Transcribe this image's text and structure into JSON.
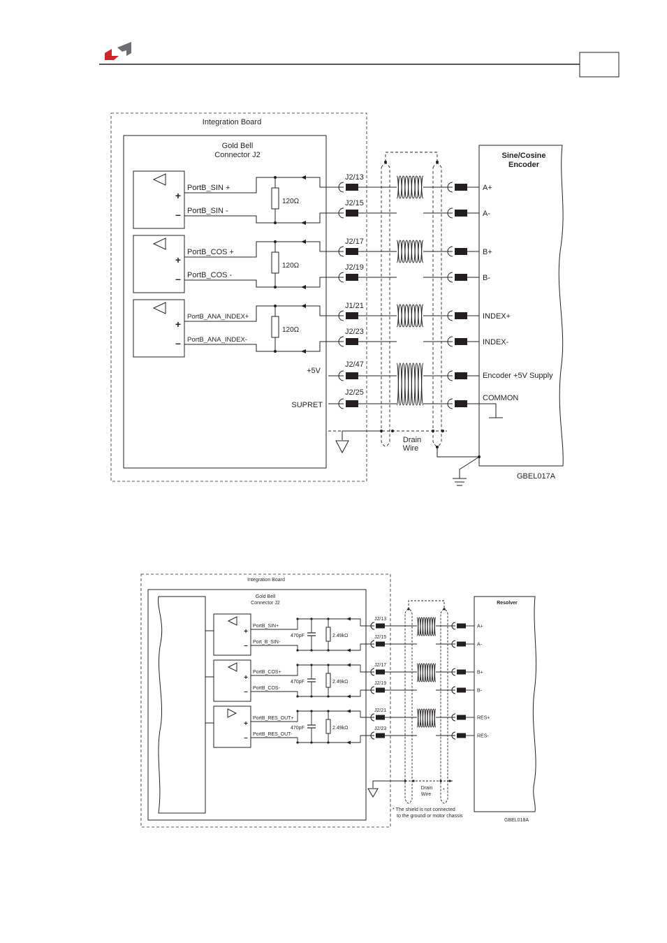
{
  "colors": {
    "logo_red": "#d2232a",
    "logo_grey": "#6d6e71",
    "line": "#231f20"
  },
  "header": {
    "page_box": ""
  },
  "diagram1": {
    "board": "Integration Board",
    "connector": [
      "Gold Bell",
      "Connector J2"
    ],
    "encoder": [
      "Sine/Cosine",
      "Encoder"
    ],
    "resistor": "120Ω",
    "diff": [
      {
        "pos": "PortB_SIN +",
        "neg": "PortB_SIN -",
        "pins": [
          "J2/13",
          "J2/15"
        ],
        "enc": [
          "A+",
          "A-"
        ]
      },
      {
        "pos": "PortB_COS +",
        "neg": "PortB_COS -",
        "pins": [
          "J2/17",
          "J2/19"
        ],
        "enc": [
          "B+",
          "B-"
        ]
      },
      {
        "pos": "PortB_ANA_INDEX+",
        "neg": "PortB_ANA_INDEX-",
        "pins": [
          "J1/21",
          "J2/23"
        ],
        "enc": [
          "INDEX+",
          "INDEX-"
        ]
      }
    ],
    "supply_left": [
      "+5V",
      "SUPRET"
    ],
    "supply_pins": [
      "J2/47",
      "J2/25"
    ],
    "supply_enc": [
      "Encoder +5V Supply",
      "COMMON"
    ],
    "drain": [
      "Drain",
      "Wire"
    ],
    "code": "GBEL017A"
  },
  "diagram2": {
    "board": "Integration Board",
    "connector": [
      "Gold Bell",
      "Connector J2"
    ],
    "resolver": "Resolver",
    "cap": "470pF",
    "res": "2.49kΩ",
    "diff": [
      {
        "pos": "PortB_SIN+",
        "neg": "Port_B_SIN-",
        "pins": [
          "J2/13",
          "J2/15"
        ],
        "enc": [
          "A+",
          "A-"
        ]
      },
      {
        "pos": "PortB_COS+",
        "neg": "PortB_COS-",
        "pins": [
          "J2/17",
          "J2/19"
        ],
        "enc": [
          "B+",
          "B-"
        ]
      },
      {
        "pos": "PortB_RES_OUT+",
        "neg": "PortB_RES_OUT-",
        "pins": [
          "J2/21",
          "J2/23"
        ],
        "enc": [
          "RES+",
          "RES-"
        ]
      }
    ],
    "drain": [
      "Drain",
      "Wire"
    ],
    "asterisk": "*",
    "note": [
      "* The shield is not connected",
      "to the ground or motor chassis"
    ],
    "code": "GBEL018A"
  }
}
